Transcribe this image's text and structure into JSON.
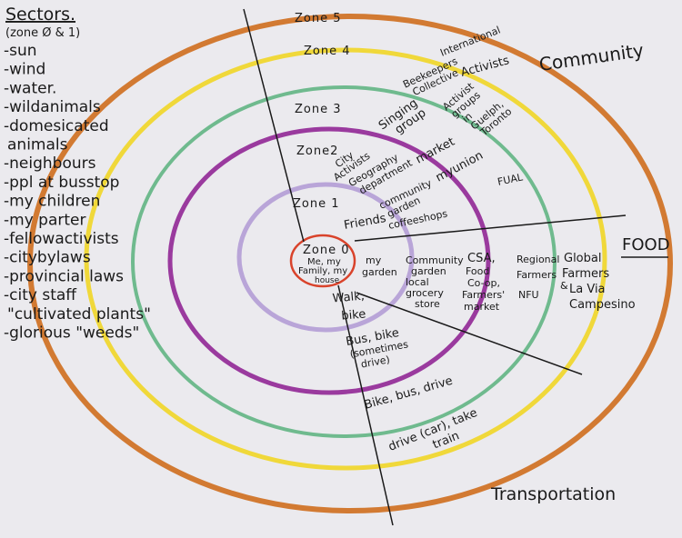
{
  "sectors": {
    "title": "Sectors.",
    "subtitle": "(zone Ø & 1)",
    "items": [
      "-sun",
      "-wind",
      "-water.",
      "-wildanimals",
      "-domesicated",
      "animals",
      "-neighbours",
      "-ppl at busstop",
      "-my children",
      "-my parter",
      "-fellowactivists",
      "-citybylaws",
      "-provincial laws",
      "-city staff",
      "\"cultivated plants\"",
      "-glorious \"weeds\""
    ]
  },
  "zones": {
    "zone0": "Zone 0",
    "zone0_desc": [
      "Me, my",
      "Family, my",
      "house"
    ],
    "zone1": "Zone 1",
    "zone2": "Zone2",
    "zone3": "Zone 3",
    "zone4": "Zone 4",
    "zone5": "Zone 5"
  },
  "community": {
    "label": "Community",
    "z1": "Friends",
    "z2a": [
      "City",
      "Activists"
    ],
    "z2b": [
      "Geography",
      "department"
    ],
    "z2c": [
      "community",
      "garden"
    ],
    "z2d": "coffeeshops",
    "z3a": [
      "Singing",
      "group"
    ],
    "z3b": "market",
    "z3c": "myunion",
    "z4a": [
      "Activist",
      "groups",
      "in",
      "Guelph,",
      "Toronto"
    ],
    "z4b": [
      "Beekeepers",
      "Collective"
    ],
    "z5a": "International",
    "z5b": "Activists",
    "fual": "FUAL"
  },
  "food": {
    "label": "FOOD",
    "z1": [
      "my",
      "garden"
    ],
    "z2": [
      "Community",
      "garden",
      "local",
      "grocery",
      "store"
    ],
    "z3": [
      "CSA,",
      "Food",
      "Co-op,",
      "Farmers'",
      "market"
    ],
    "z4": [
      "Regional",
      "Farmers",
      "NFU"
    ],
    "z5": [
      "Global",
      "Farmers",
      "&",
      "La Via",
      "Campesino"
    ]
  },
  "transportation": {
    "label": "Transportation",
    "z1": [
      "Walk,",
      "bike"
    ],
    "z2": [
      "Bus, bike",
      "(sometimes",
      "drive)"
    ],
    "z3": "Bike, bus, drive",
    "z4": [
      "drive (car), take",
      "train"
    ]
  },
  "colors": {
    "paper": "#ebeaee",
    "zone0": "#d9432b",
    "zone1": "#b9a5d8",
    "zone2": "#9a3a9e",
    "zone3": "#6fba8e",
    "zone4": "#f0d83a",
    "zone5": "#d27a32",
    "ink": "#1a1a1a"
  }
}
